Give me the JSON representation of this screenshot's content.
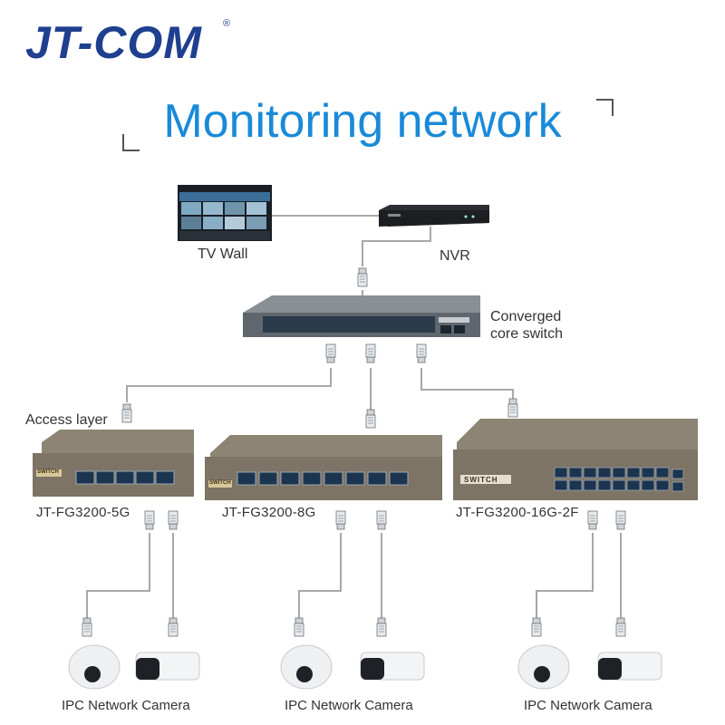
{
  "brand": {
    "name": "JT-COM",
    "registered_mark": "®",
    "color": "#1f3f8f"
  },
  "title": {
    "text": "Monitoring network",
    "color": "#1a8ad8"
  },
  "devices": {
    "tv_wall": {
      "label": "TV Wall"
    },
    "nvr": {
      "label": "NVR"
    },
    "core_switch": {
      "label_line1": "Converged",
      "label_line2": "core switch"
    },
    "access_layer": {
      "label": "Access layer"
    },
    "switches": [
      {
        "model": "JT-FG3200-5G",
        "badge": "SWITCH"
      },
      {
        "model": "JT-FG3200-8G",
        "badge": "SWITCH"
      },
      {
        "model": "JT-FG3200-16G-2F",
        "badge": "SWITCH"
      }
    ],
    "cameras": [
      {
        "label": "IPC Network Camera"
      },
      {
        "label": "IPC Network Camera"
      },
      {
        "label": "IPC Network Camera"
      }
    ]
  },
  "colors": {
    "cable": "#a8a8a8",
    "switch_body": "#7d7466",
    "port": "#1b3550"
  }
}
